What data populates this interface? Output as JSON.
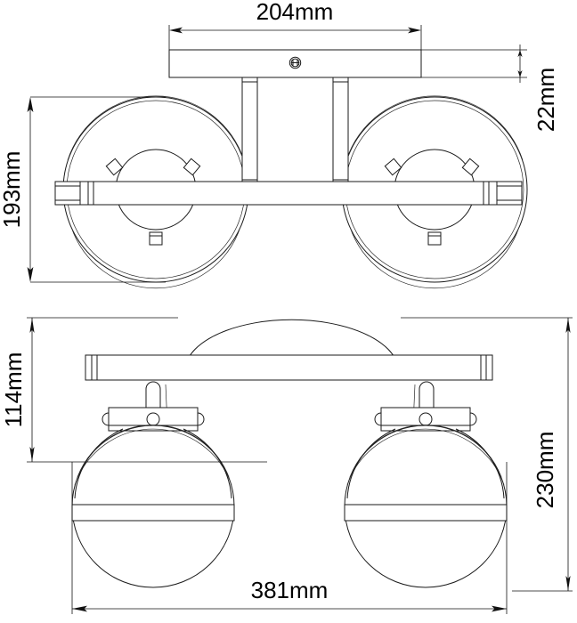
{
  "drawing": {
    "title": "Two-light wall sconce dimensional drawing",
    "units": "mm",
    "line_color": "#1a1a1a",
    "background_color": "#ffffff",
    "views": [
      {
        "name": "front-elevation-top-view",
        "description": "Front view showing backplate, crossbar and two round globe shades seen face-on"
      },
      {
        "name": "side-elevation-bottom-view",
        "description": "Front view showing domed backplate, crossbar, two stems, socket collars and two globe shades with banding"
      }
    ],
    "dimensions": {
      "backplate_width": "204mm",
      "backplate_depth": "22mm",
      "fixture_height_top_view": "193mm",
      "backplate_to_socket": "114mm",
      "overall_height": "230mm",
      "overall_width": "381mm"
    },
    "labels": {
      "d_204": "204mm",
      "d_22": "22mm",
      "d_193": "193mm",
      "d_114": "114mm",
      "d_230": "230mm",
      "d_381": "381mm"
    },
    "components": {
      "backplate_emblem": "circular-brand-emblem",
      "globe_count": 2,
      "socket_tabs_per_globe": 3
    }
  }
}
